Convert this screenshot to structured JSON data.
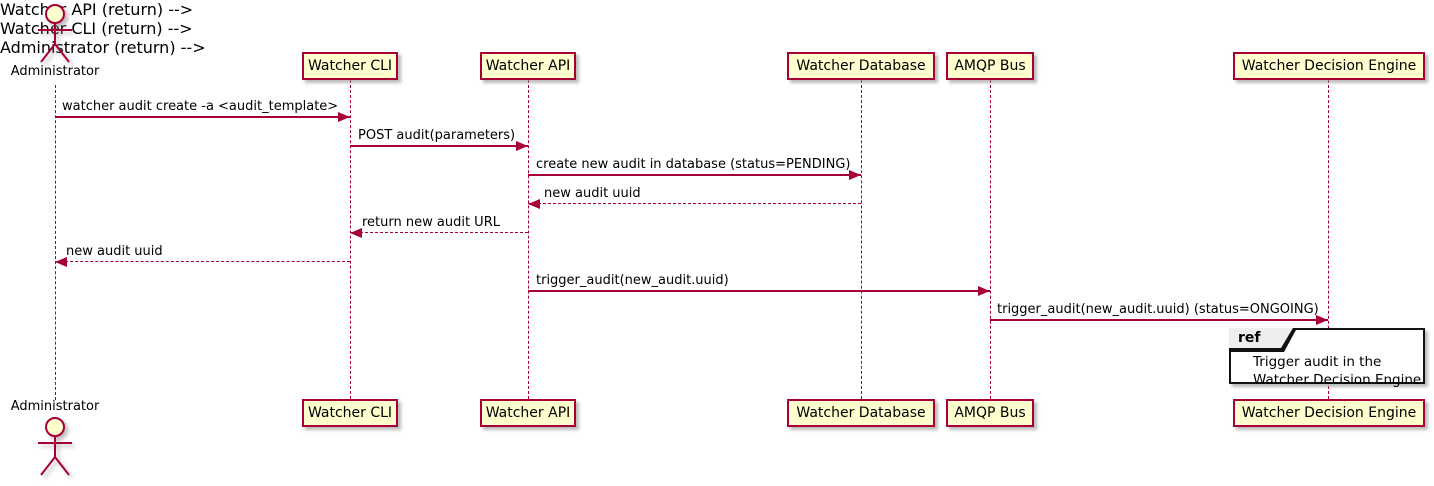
{
  "diagram_type": "uml-sequence-diagram",
  "colors": {
    "accent": "#A80036",
    "participant_fill": "#FEFECE",
    "ref_border": "#111111",
    "ref_header_fill": "#EEEEEE",
    "text": "#000000"
  },
  "actor": {
    "label": "Administrator",
    "role": "actor"
  },
  "participants": [
    {
      "label": "Watcher CLI"
    },
    {
      "label": "Watcher API"
    },
    {
      "label": "Watcher Database"
    },
    {
      "label": "AMQP Bus"
    },
    {
      "label": "Watcher Decision Engine"
    }
  ],
  "messages": [
    {
      "label": "watcher audit create -a <audit_template>",
      "from": "Administrator",
      "to": "Watcher CLI",
      "style": "solid"
    },
    {
      "label": "POST audit(parameters)",
      "from": "Watcher CLI",
      "to": "Watcher API",
      "style": "solid"
    },
    {
      "label": "create new audit in database (status=PENDING)",
      "from": "Watcher API",
      "to": "Watcher Database",
      "style": "solid"
    },
    {
      "label": "new audit uuid",
      "from": "Watcher Database",
      "to": "Watcher API",
      "style": "dashed"
    },
    {
      "label": "return new audit URL",
      "from": "Watcher API",
      "to": "Watcher CLI",
      "style": "dashed"
    },
    {
      "label": "new audit uuid",
      "from": "Watcher CLI",
      "to": "Administrator",
      "style": "dashed"
    },
    {
      "label": "trigger_audit(new_audit.uuid)",
      "from": "Watcher API",
      "to": "AMQP Bus",
      "style": "solid"
    },
    {
      "label": "trigger_audit(new_audit.uuid) (status=ONGOING)",
      "from": "AMQP Bus",
      "to": "Watcher Decision Engine",
      "style": "solid"
    }
  ],
  "ref": {
    "keyword": "ref",
    "line1": "Trigger audit in the",
    "line2": "Watcher Decision Engine"
  }
}
